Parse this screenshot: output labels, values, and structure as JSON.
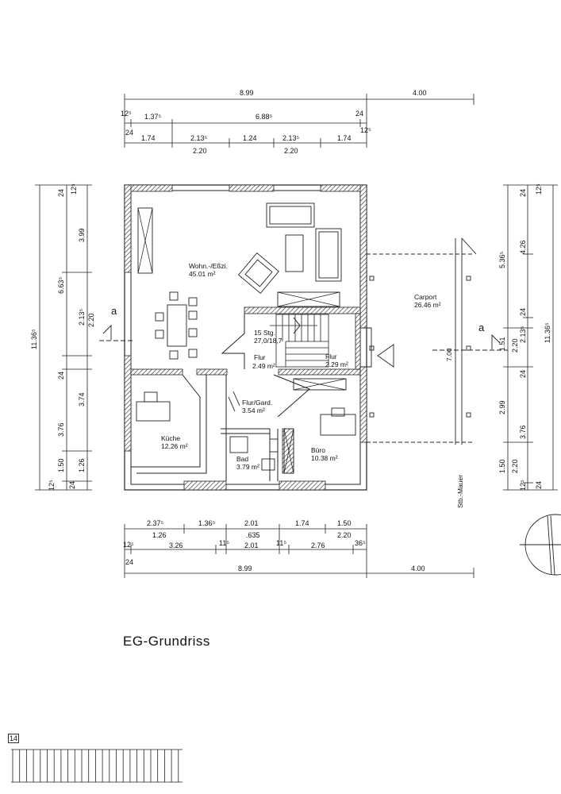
{
  "rooms": {
    "wohn_name": "Wohn.-/Eßzi.",
    "wohn_area": "45.01 m²",
    "stair_steps": "15 Stg.",
    "stair_ratio": "27,0/18,7",
    "flur1_name": "Flur",
    "flur1_area": "2.49 m²",
    "flur2_name": "Flur",
    "flur2_area": "2.29 m²",
    "garderobe_name": "Flur/Gard.",
    "garderobe_area": "3.54 m²",
    "kueche_name": "Küche",
    "kueche_area": "12.26 m²",
    "bad_name": "Bad",
    "bad_area": "3.79 m²",
    "buero_name": "Büro",
    "buero_area": "10.38 m²",
    "carport_name": "Carport",
    "carport_area": "26.46 m²",
    "stb_mauer": "Stb.-Mauer",
    "carport_width": "7.00"
  },
  "section_marks": {
    "left": "a",
    "right": "a"
  },
  "dims_top": {
    "row1_a": "8.99",
    "row1_b": "4.00",
    "row2_a": "12⁵",
    "row2_b": "1.37⁵",
    "row2_c": "6.88⁵",
    "row2_d": "24",
    "row3_a": "24",
    "row3_b": "12⁵",
    "row4_a": "1.74",
    "row4_b": "2.13⁵",
    "row4_c": "1.24",
    "row4_d": "2.13⁵",
    "row4_e": "1.74",
    "row5_a": "2.20",
    "row5_b": "2.20"
  },
  "dims_bottom": {
    "row1_a": "2.37⁵",
    "row1_b": "1.36⁵",
    "row1_c": "2.01",
    "row1_d": "1.74",
    "row1_e": "1.50",
    "row2_a": "1.26",
    "row2_b": ".635",
    "row2_c": "2.20",
    "row3_a": "12⁵",
    "row3_b": "3.26",
    "row3_c": "11⁵",
    "row3_d": "2.01",
    "row3_e": "11⁵",
    "row3_f": "2.76",
    "row3_g": "36⁵",
    "row4_a": "24",
    "row5_a": "8.99",
    "row5_b": "4.00"
  },
  "dims_left": {
    "total": "11.36⁵",
    "outer_a": "24",
    "outer_b": "12⁵",
    "mid_a": "3.99",
    "mid_b": "6.63⁵",
    "mid_c": "2.13⁵",
    "mid_d": "2.20",
    "mid_e": "24",
    "mid_f": "3.74",
    "mid_g": "3.76",
    "low_a": "1.50",
    "low_b": "1.26",
    "low_c": "24",
    "low_d": "12⁵"
  },
  "dims_right": {
    "total": "11.36⁵",
    "top_a": "24",
    "top_b": "12⁵",
    "a_1": "5.36⁵",
    "a_2": "4.26",
    "a_3": "24",
    "a_4": "1.51",
    "a_5": "2.13⁵",
    "a_6": "2.20",
    "a_7": "24",
    "a_8": "2.99",
    "a_9": "3.76",
    "b_1": "1.50",
    "b_2": "2.20",
    "b_3": "12⁵",
    "b_4": "24"
  },
  "title": "EG-Grundriss",
  "page_number": "14"
}
